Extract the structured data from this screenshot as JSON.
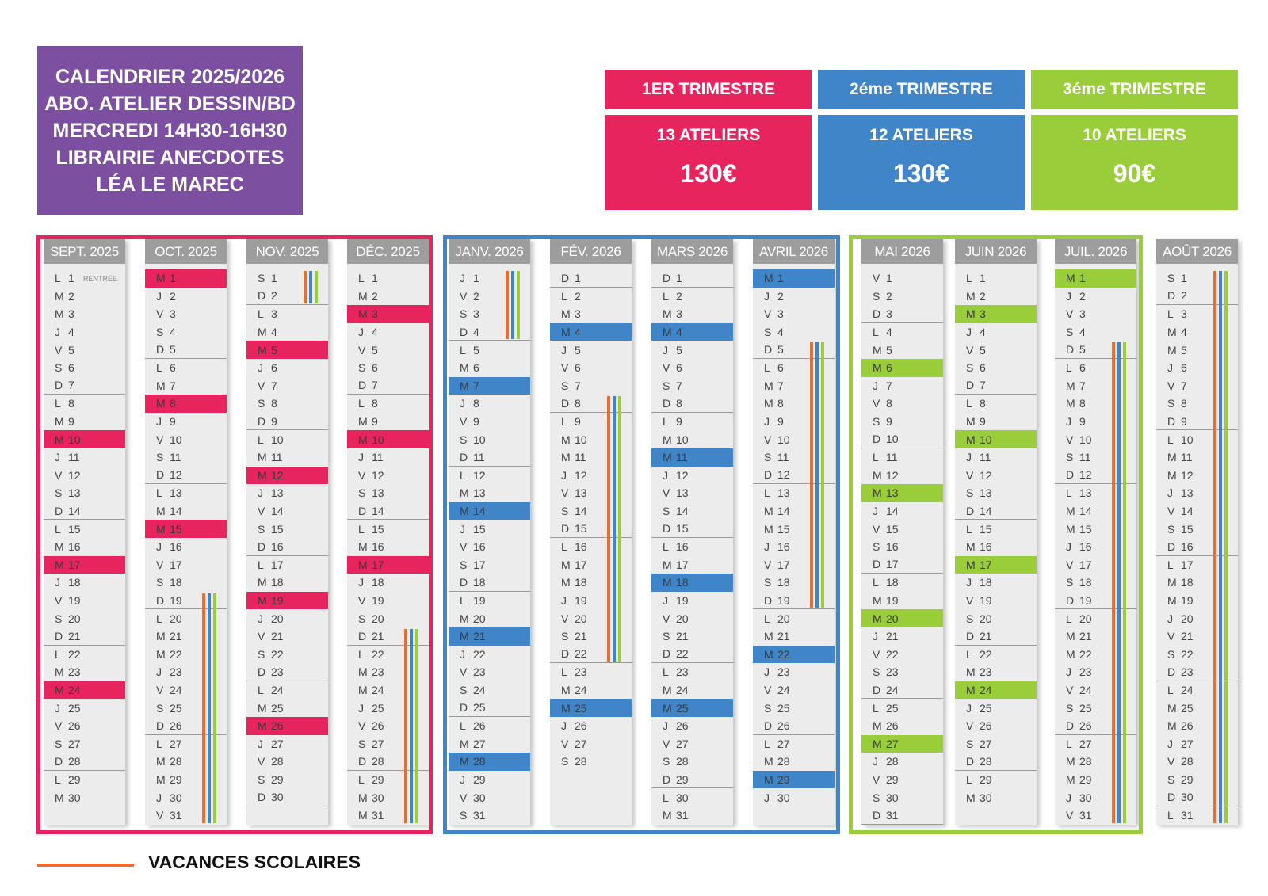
{
  "title_lines": [
    "CALENDRIER 2025/2026",
    "ABO. ATELIER DESSIN/BD",
    "MERCREDI 14H30-16H30",
    "LIBRAIRIE ANECDOTES",
    "LÉA LE MAREC"
  ],
  "colors": {
    "t1": "#e8245f",
    "t2": "#3f85c8",
    "t3": "#9acd3a",
    "title_bg": "#7d4fa0",
    "vacances": "#ea6d2b",
    "header_bg": "#9d9d9d",
    "column_bg": "#ececec"
  },
  "trimesters": [
    {
      "label": "1ER TRIMESTRE",
      "ateliers": "13 ATELIERS",
      "price": "130€"
    },
    {
      "label": "2éme TRIMESTRE",
      "ateliers": "12 ATELIERS",
      "price": "130€"
    },
    {
      "label": "3éme TRIMESTRE",
      "ateliers": "10 ATELIERS",
      "price": "90€"
    }
  ],
  "months": [
    {
      "name": "SEPT. 2025",
      "start": "L",
      "days": 30,
      "trimester": 1,
      "workshops": [
        10,
        17,
        24
      ],
      "notes": {
        "1": "RENTRÉE"
      },
      "vacances": []
    },
    {
      "name": "OCT. 2025",
      "start": "M",
      "days": 31,
      "trimester": 1,
      "workshops": [
        1,
        8,
        15
      ],
      "notes": {},
      "vacances": [
        [
          19,
          31
        ]
      ]
    },
    {
      "name": "NOV. 2025",
      "start": "S",
      "days": 30,
      "trimester": 1,
      "workshops": [
        5,
        12,
        19,
        26
      ],
      "notes": {},
      "vacances": [
        [
          1,
          2
        ]
      ]
    },
    {
      "name": "DÉC. 2025",
      "start": "L",
      "days": 31,
      "trimester": 1,
      "workshops": [
        3,
        10,
        17
      ],
      "notes": {},
      "vacances": [
        [
          21,
          31
        ]
      ]
    },
    {
      "name": "JANV. 2026",
      "start": "J",
      "days": 31,
      "trimester": 2,
      "workshops": [
        7,
        14,
        21,
        28
      ],
      "notes": {},
      "vacances": [
        [
          1,
          4
        ]
      ]
    },
    {
      "name": "FÉV. 2026",
      "start": "D",
      "days": 28,
      "trimester": 2,
      "workshops": [
        4,
        25
      ],
      "notes": {},
      "vacances": [
        [
          8,
          22
        ]
      ]
    },
    {
      "name": "MARS 2026",
      "start": "D",
      "days": 31,
      "trimester": 2,
      "workshops": [
        4,
        11,
        18,
        25
      ],
      "notes": {},
      "vacances": []
    },
    {
      "name": "AVRIL 2026",
      "start": "M",
      "days": 30,
      "trimester": 2,
      "workshops": [
        1,
        22,
        29
      ],
      "notes": {},
      "vacances": [
        [
          5,
          19
        ]
      ]
    },
    {
      "name": "MAI 2026",
      "start": "V",
      "days": 31,
      "trimester": 3,
      "workshops": [
        6,
        13,
        20,
        27
      ],
      "notes": {},
      "vacances": []
    },
    {
      "name": "JUIN 2026",
      "start": "L",
      "days": 30,
      "trimester": 3,
      "workshops": [
        3,
        10,
        17,
        24
      ],
      "notes": {},
      "vacances": []
    },
    {
      "name": "JUIL. 2026",
      "start": "M",
      "days": 31,
      "trimester": 3,
      "workshops": [
        1
      ],
      "notes": {},
      "vacances": [
        [
          5,
          31
        ]
      ]
    },
    {
      "name": "AOÛT 2026",
      "start": "S",
      "days": 31,
      "trimester": 0,
      "workshops": [],
      "notes": {},
      "vacances": [
        [
          1,
          31
        ]
      ]
    }
  ],
  "legend": {
    "label": "VACANCES SCOLAIRES"
  }
}
